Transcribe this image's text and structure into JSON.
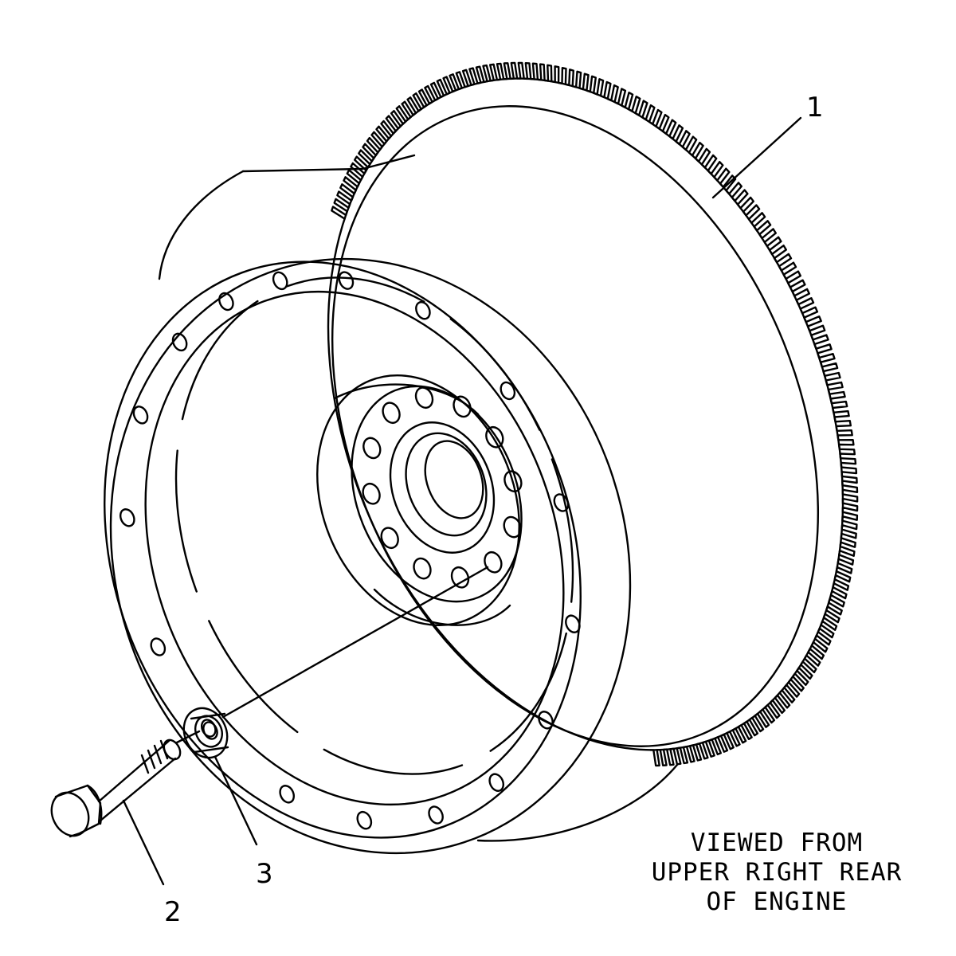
{
  "callouts": {
    "item_1": "1",
    "item_2": "2",
    "item_3": "3"
  },
  "caption": {
    "line1": "VIEWED FROM",
    "line2": "UPPER RIGHT REAR",
    "line3": "OF ENGINE"
  },
  "colors": {
    "ink": "#000000",
    "paper": "#ffffff"
  },
  "parts": {
    "item_1": "flywheel-with-ring-gear",
    "item_2": "bolt",
    "item_3": "washer"
  }
}
